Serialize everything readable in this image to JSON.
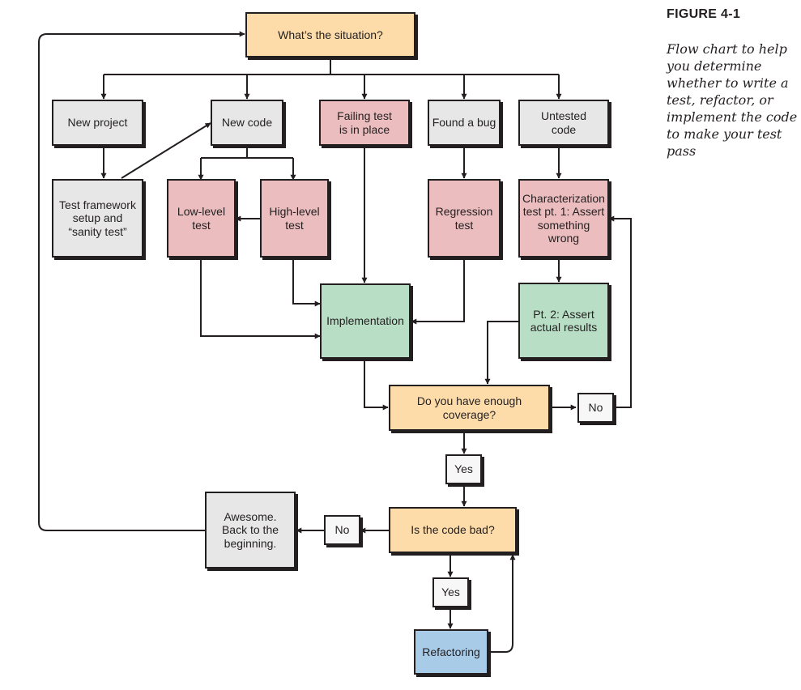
{
  "figure": {
    "label": "FIGURE 4-1",
    "caption": "Flow chart to help you determine whether to write a test, refactor, or implement the code to make your test pass"
  },
  "nodes": {
    "situation": "What’s the situation?",
    "new_project": "New project",
    "new_code": "New code",
    "failing_test": "Failing test\nis in place",
    "found_bug": "Found a bug",
    "untested_code": "Untested\ncode",
    "test_framework": "Test framework\nsetup and\n“sanity test”",
    "low_level_test": "Low-level\ntest",
    "high_level_test": "High-level\ntest",
    "regression_test": "Regression\ntest",
    "characterization_test": "Characterization\ntest pt. 1: Assert\nsomething\nwrong",
    "implementation": "Implementation",
    "assert_actual": "Pt. 2: Assert\nactual results",
    "coverage_question": "Do you have enough coverage?",
    "coverage_no": "No",
    "coverage_yes": "Yes",
    "code_bad_question": "Is the code bad?",
    "code_bad_no": "No",
    "code_bad_yes": "Yes",
    "awesome": "Awesome.\nBack to the\nbeginning.",
    "refactoring": "Refactoring"
  },
  "colors": {
    "question": "#fddcaa",
    "start": "#e7e7e7",
    "test": "#ebbdbf",
    "implementation": "#b8dfc5",
    "refactoring": "#a8cbe8",
    "line": "#231f20"
  }
}
